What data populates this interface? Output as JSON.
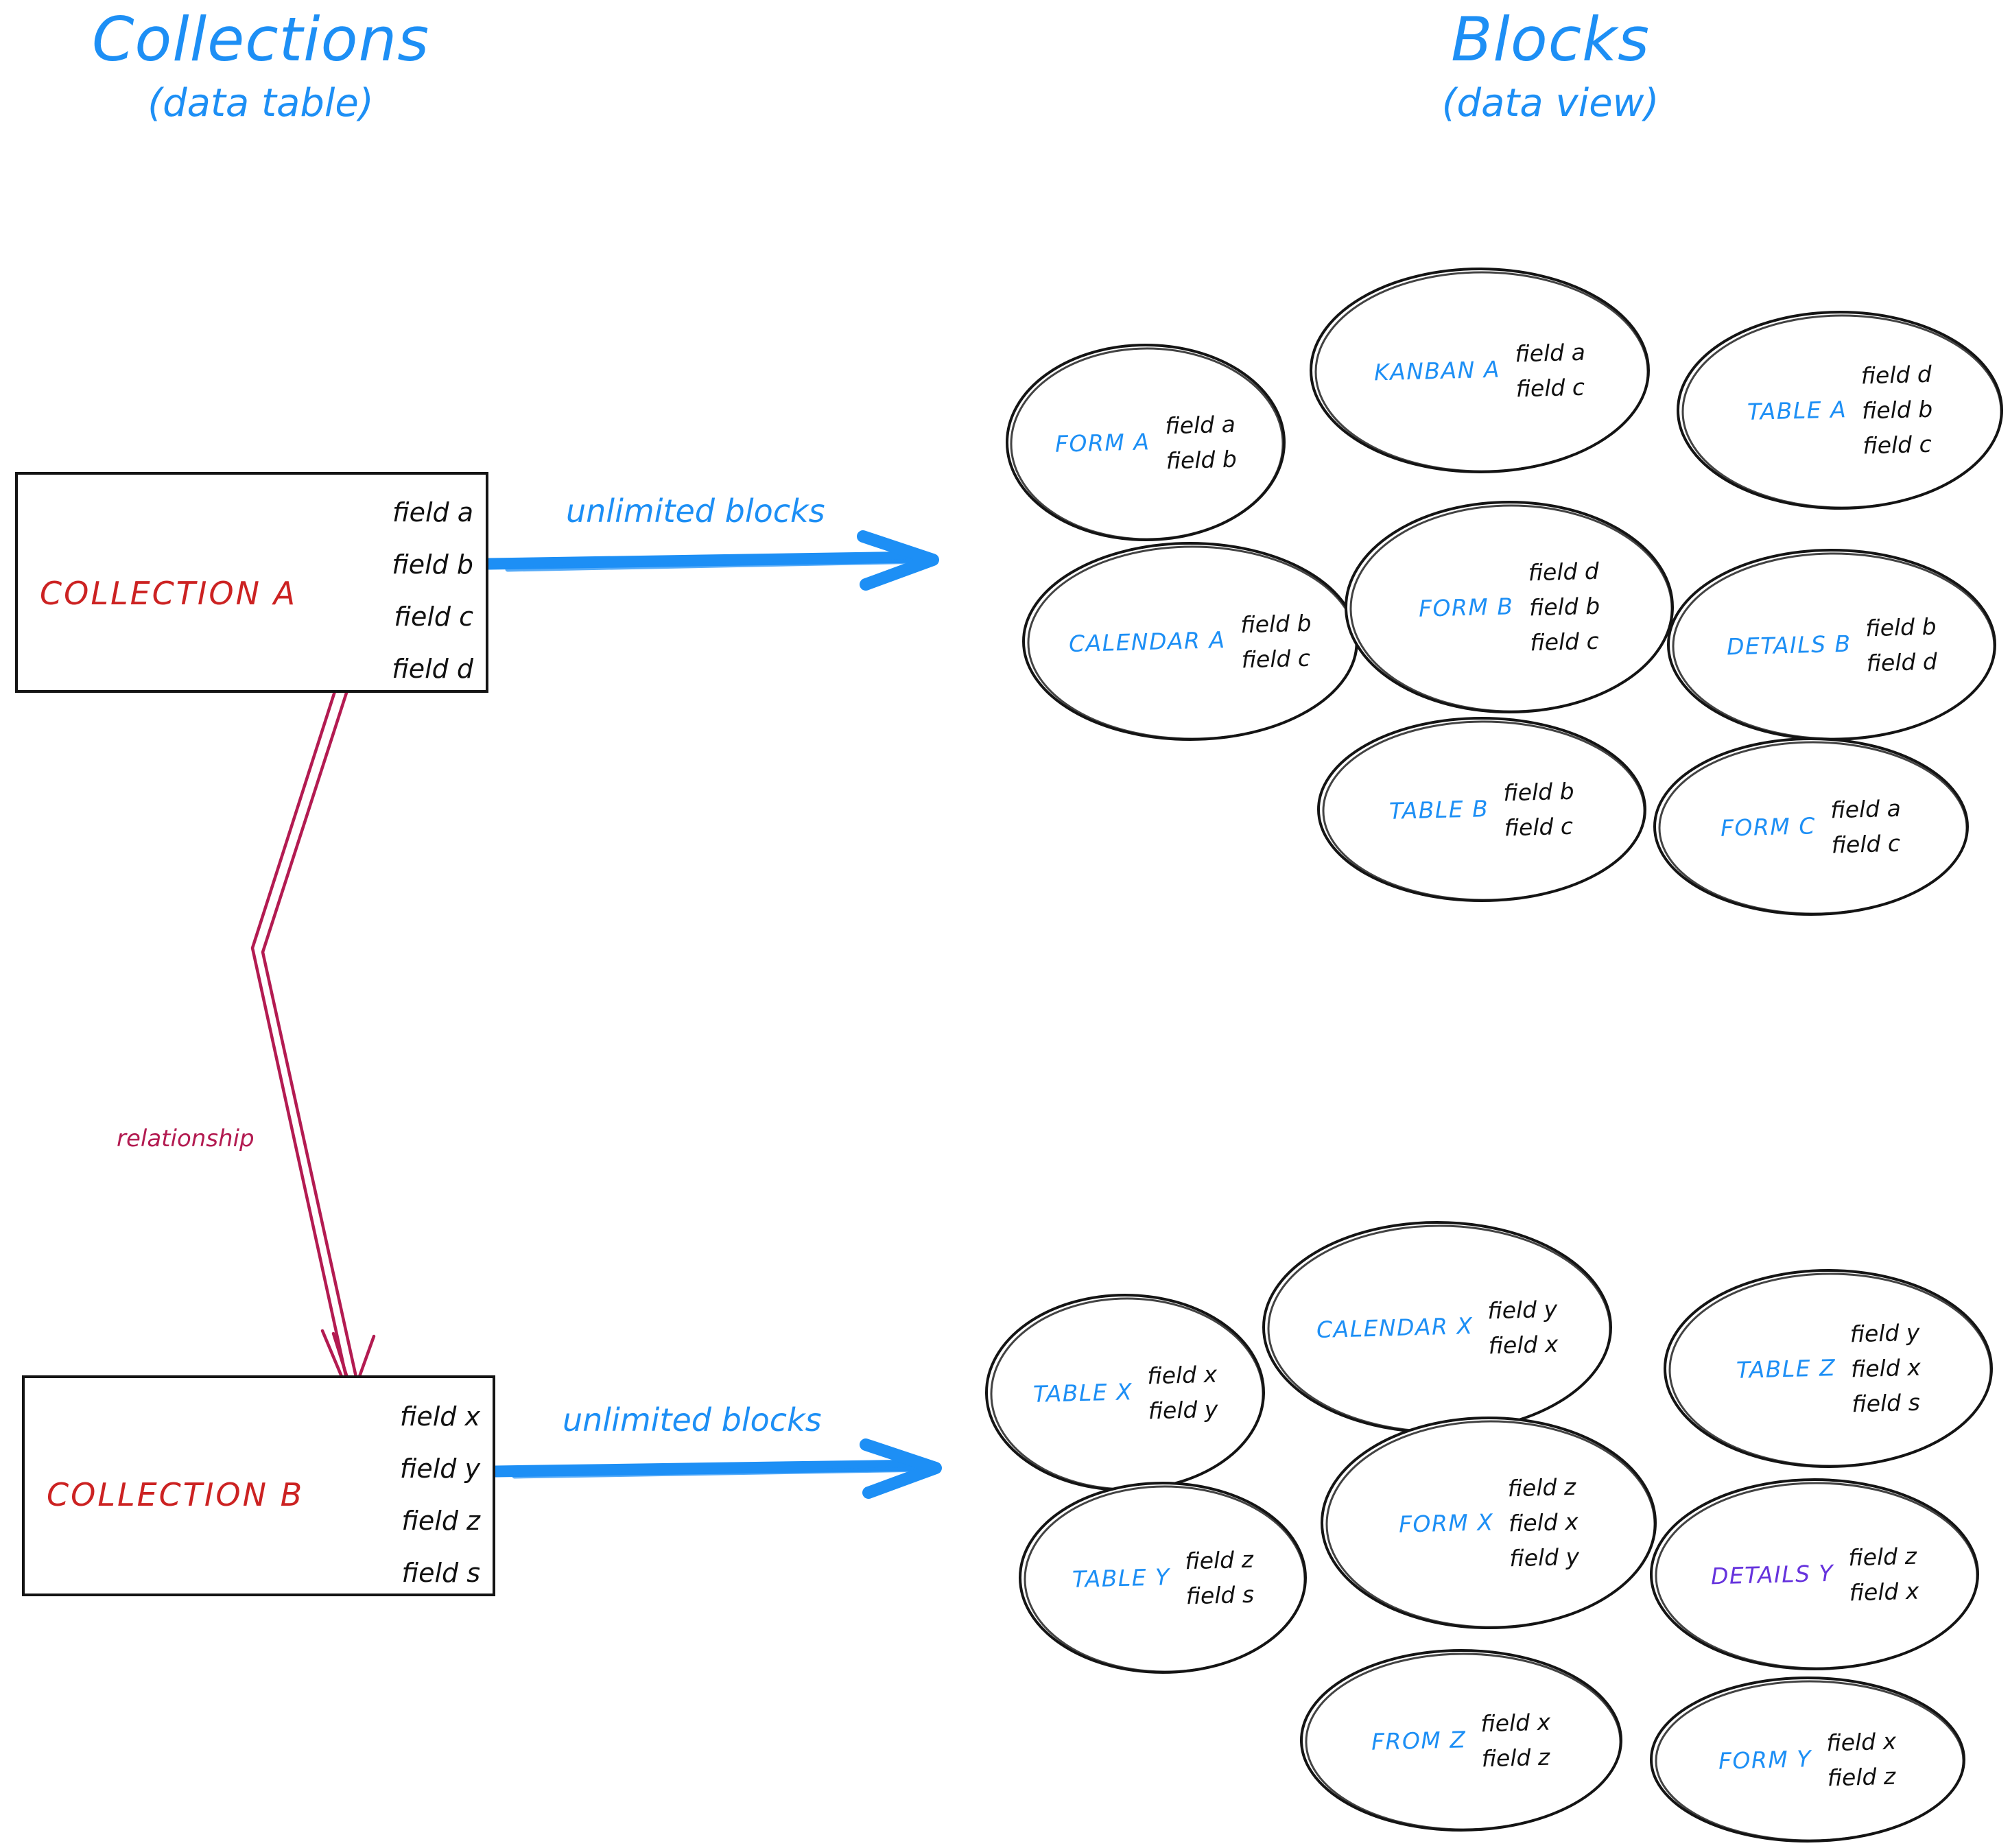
{
  "headings": {
    "left": {
      "title": "Collections",
      "subtitle": "(data table)"
    },
    "right": {
      "title": "Blocks",
      "subtitle": "(data view)"
    }
  },
  "colors": {
    "accent_blue": "#1d8ff5",
    "collection_red": "#cc2222",
    "relationship_crimson": "#b31b51",
    "details_purple": "#6633dd",
    "outline_black": "#141414"
  },
  "collections": [
    {
      "name": "COLLECTION A",
      "fields": [
        "field a",
        "field b",
        "field c",
        "field d"
      ],
      "arrow_label": "unlimited blocks"
    },
    {
      "name": "COLLECTION B",
      "fields": [
        "field x",
        "field y",
        "field z",
        "field s"
      ],
      "arrow_label": "unlimited blocks"
    }
  ],
  "relationship": {
    "label": "relationship"
  },
  "blocks_top": [
    {
      "label": "FORM A",
      "color": "#1d8ff5",
      "fields": [
        "field a",
        "field b"
      ]
    },
    {
      "label": "KANBAN A",
      "color": "#1d8ff5",
      "fields": [
        "field a",
        "field c"
      ]
    },
    {
      "label": "TABLE A",
      "color": "#1d8ff5",
      "fields": [
        "field d",
        "field b",
        "field c"
      ]
    },
    {
      "label": "CALENDAR A",
      "color": "#1d8ff5",
      "fields": [
        "field b",
        "field c"
      ]
    },
    {
      "label": "FORM B",
      "color": "#1d8ff5",
      "fields": [
        "field d",
        "field b",
        "field c"
      ]
    },
    {
      "label": "DETAILS B",
      "color": "#1d8ff5",
      "fields": [
        "field b",
        "field d"
      ]
    },
    {
      "label": "TABLE B",
      "color": "#1d8ff5",
      "fields": [
        "field b",
        "field c"
      ]
    },
    {
      "label": "FORM C",
      "color": "#1d8ff5",
      "fields": [
        "field a",
        "field c"
      ]
    }
  ],
  "blocks_bottom": [
    {
      "label": "TABLE X",
      "color": "#1d8ff5",
      "fields": [
        "field x",
        "field y"
      ]
    },
    {
      "label": "CALENDAR X",
      "color": "#1d8ff5",
      "fields": [
        "field y",
        "field x"
      ]
    },
    {
      "label": "TABLE Z",
      "color": "#1d8ff5",
      "fields": [
        "field y",
        "field x",
        "field s"
      ]
    },
    {
      "label": "TABLE Y",
      "color": "#1d8ff5",
      "fields": [
        "field z",
        "field s"
      ]
    },
    {
      "label": "FORM X",
      "color": "#1d8ff5",
      "fields": [
        "field z",
        "field x",
        "field y"
      ]
    },
    {
      "label": "DETAILS Y",
      "color": "#6633dd",
      "fields": [
        "field z",
        "field x"
      ]
    },
    {
      "label": "FROM Z",
      "color": "#1d8ff5",
      "fields": [
        "field x",
        "field z"
      ]
    },
    {
      "label": "FORM Y",
      "color": "#1d8ff5",
      "fields": [
        "field x",
        "field z"
      ]
    }
  ]
}
